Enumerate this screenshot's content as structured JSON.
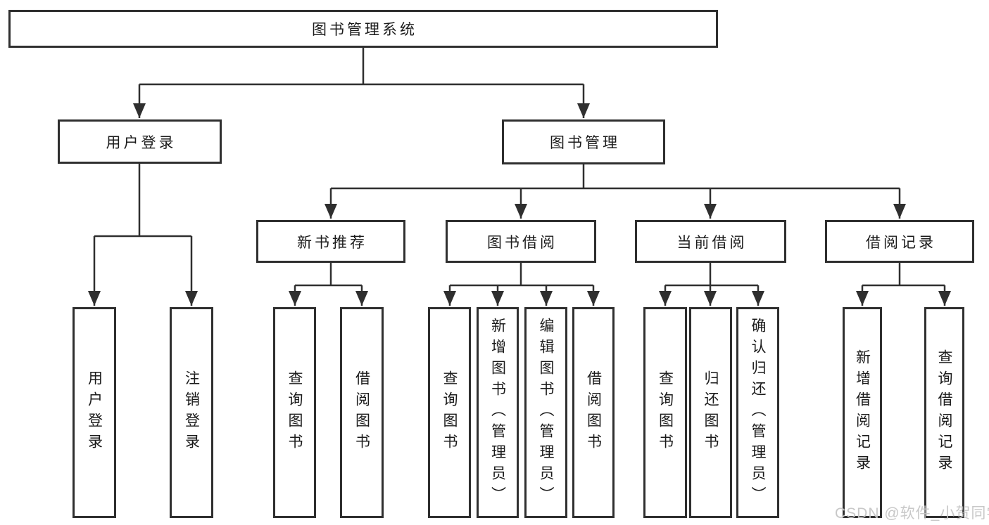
{
  "diagram_title": "图书管理系统",
  "tree": {
    "label": "图书管理系统",
    "children": [
      {
        "label": "用户登录",
        "children": [
          {
            "label": "用户登录"
          },
          {
            "label": "注销登录"
          }
        ]
      },
      {
        "label": "图书管理",
        "children": [
          {
            "label": "新书推荐",
            "children": [
              {
                "label": "查询图书"
              },
              {
                "label": "借阅图书"
              }
            ]
          },
          {
            "label": "图书借阅",
            "children": [
              {
                "label": "查询图书"
              },
              {
                "label": "新增图书（管理员）"
              },
              {
                "label": "编辑图书（管理员）"
              },
              {
                "label": "借阅图书"
              }
            ]
          },
          {
            "label": "当前借阅",
            "children": [
              {
                "label": "查询图书"
              },
              {
                "label": "归还图书"
              },
              {
                "label": "确认归还（管理员）"
              }
            ]
          },
          {
            "label": "借阅记录",
            "children": [
              {
                "label": "新增借阅记录"
              },
              {
                "label": "查询借阅记录"
              }
            ]
          }
        ]
      }
    ]
  },
  "watermark": {
    "text": "CSDN @软件_小贺同学"
  },
  "colors": {
    "background": "#ffffff",
    "line": "#2f2f2f",
    "box_border": "#2f2f2f",
    "box_background": "#ffffff",
    "text": "#1b1b1b",
    "watermark": "#c5c5c5"
  }
}
